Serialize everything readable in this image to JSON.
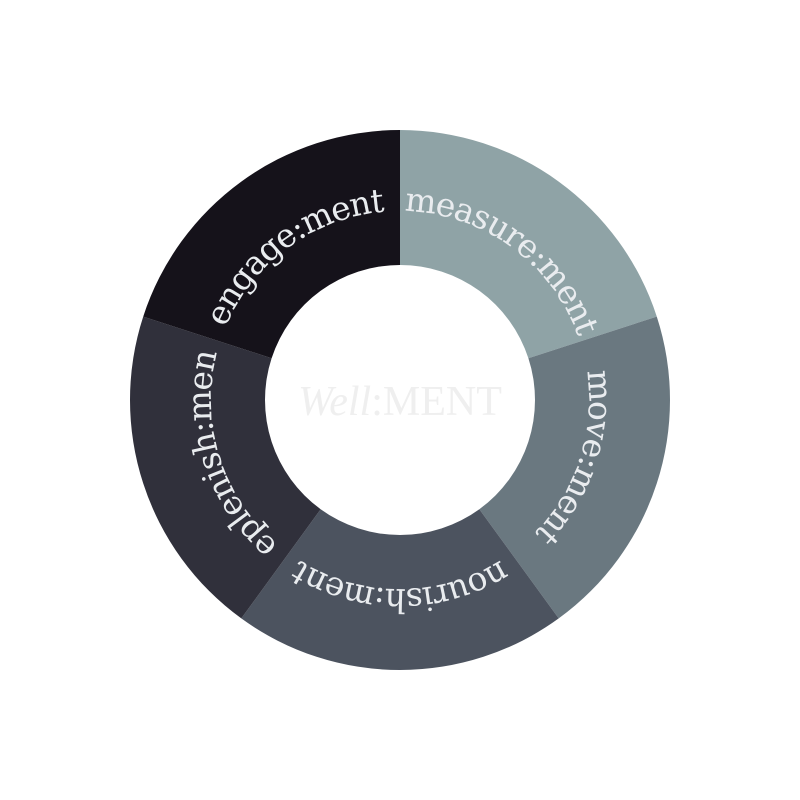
{
  "center": {
    "word_italic": "Well",
    "separator": ":",
    "word_caps": "MENT",
    "color": "#efefef"
  },
  "segments": [
    {
      "label": "measure:ment",
      "color": "#8fa3a6"
    },
    {
      "label": "move:ment",
      "color": "#6a7880"
    },
    {
      "label": "nourish:ment",
      "color": "#4c535f"
    },
    {
      "label": "replenish:ment",
      "color": "#30303b"
    },
    {
      "label": "engage:ment",
      "color": "#15121a"
    }
  ]
}
